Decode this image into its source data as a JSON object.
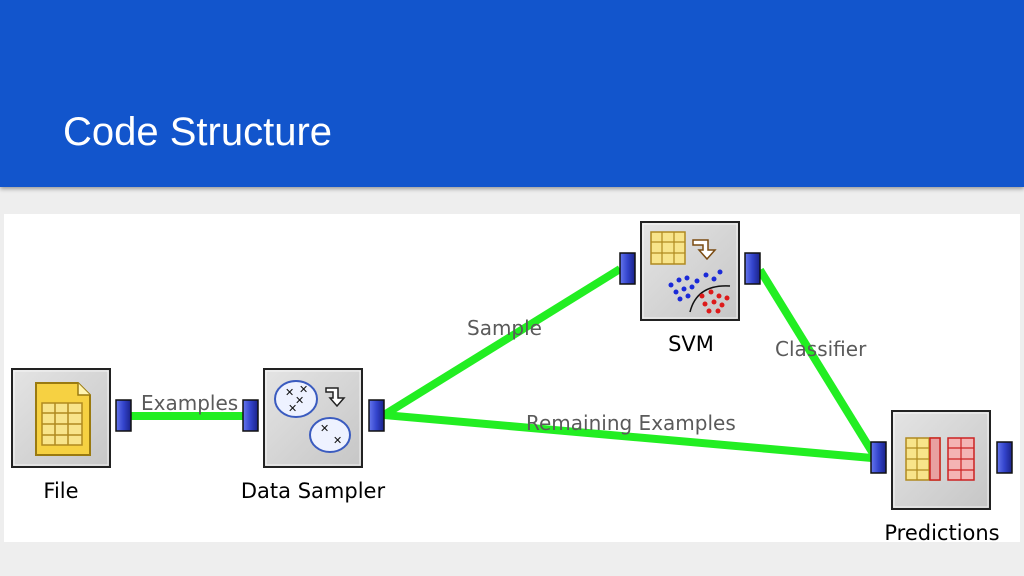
{
  "slide": {
    "title": "Code Structure"
  },
  "widgets": {
    "file": {
      "label": "File",
      "icon": "table-file-icon"
    },
    "data_sampler": {
      "label": "Data Sampler",
      "icon": "data-sampler-icon"
    },
    "svm": {
      "label": "SVM",
      "icon": "svm-icon"
    },
    "predictions": {
      "label": "Predictions",
      "icon": "predictions-icon"
    }
  },
  "links": {
    "examples": "Examples",
    "sample": "Sample",
    "remaining": "Remaining Examples",
    "classifier": "Classifier"
  },
  "colors": {
    "header": "#1255cc",
    "link": "#22ee22",
    "port": "#3344cc",
    "widget_bg": "#d4d4d4"
  }
}
